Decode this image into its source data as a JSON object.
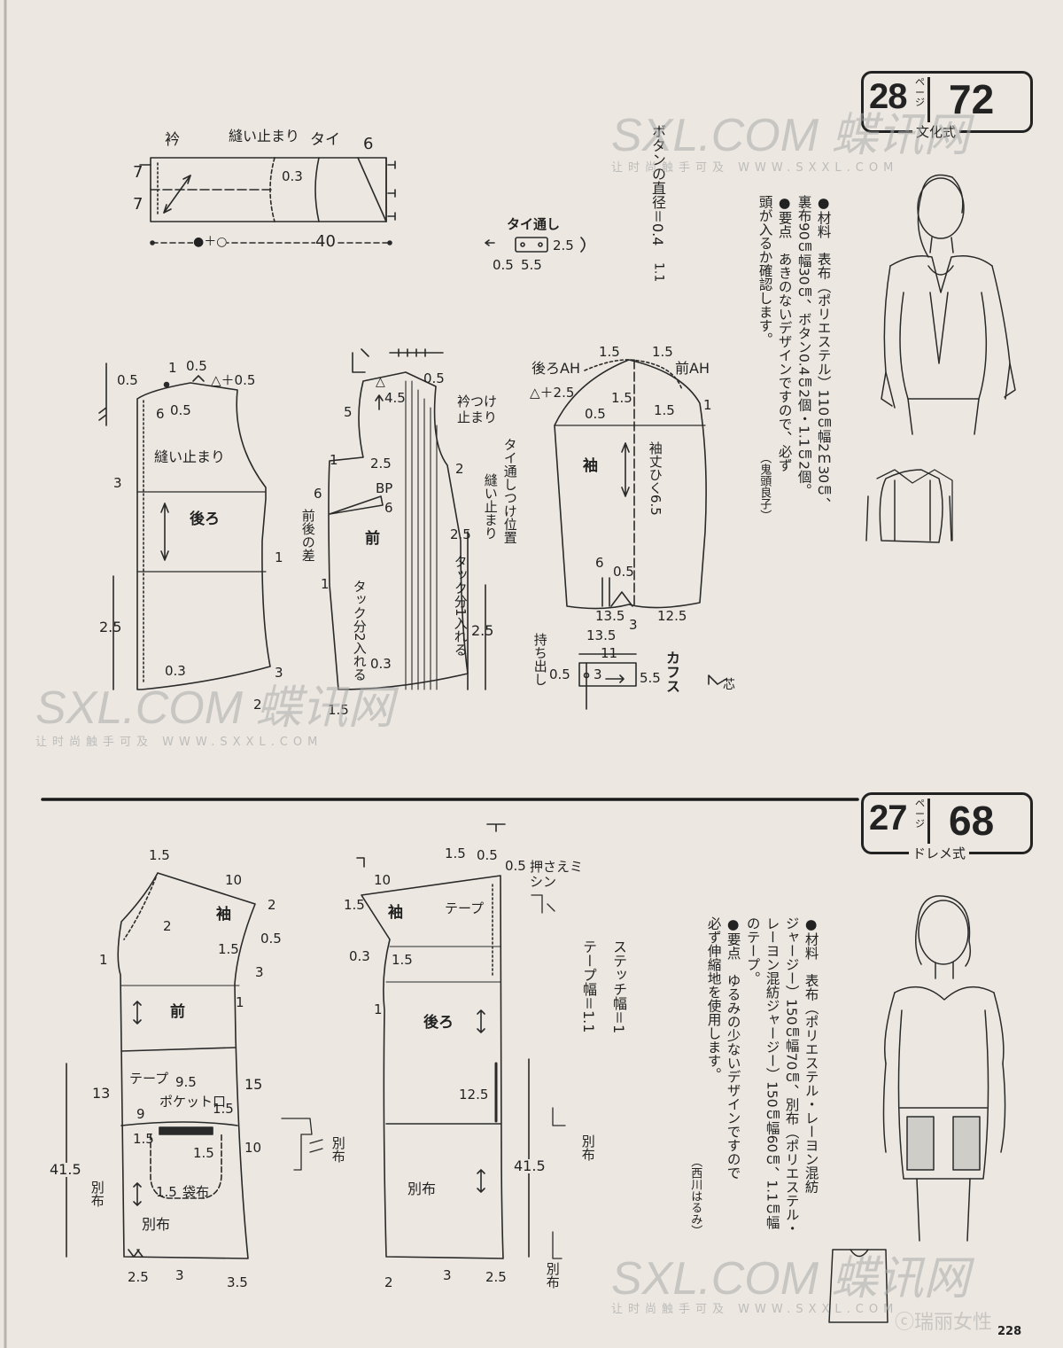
{
  "page_number": "228",
  "watermark": {
    "brand": "SXL.COM 蝶讯网",
    "sub": "让时尚触手可及 WWW.SXXL.COM",
    "bottom_brand": "ⓒ瑞丽女性"
  },
  "top_section": {
    "badge": {
      "page": "28",
      "page_suffix": "ページ",
      "number": "72",
      "method": "文化式"
    },
    "material_line1": "●材料　表布（ポリエステル）110㎝幅2ｍ30㎝、",
    "material_line2": "裏布90㎝幅30㎝、ボタン0.4㎝2個・1.1㎝2個。",
    "point_line1": "●要点　あきのないデザインですので、必ず",
    "point_line2": "頭が入るか確認します。",
    "designer": "（鬼頭良子）",
    "labels": {
      "collar": "衿",
      "sewing_stop": "縫い止まり",
      "tie": "タイ",
      "dim_6": "6",
      "dim_7a": "7",
      "dim_7b": "7",
      "dim_03": "0.3",
      "dim_40": "40",
      "dim_dot": "●＋○",
      "button_diam": "ボタンの直径＝0.4",
      "button_diam2": "1.1",
      "tie_loop": "タイ通し",
      "loop_25": "2.5",
      "loop_05": "0.5",
      "loop_55": "5.5",
      "back_05a": "0.5",
      "back_1": "1",
      "back_05b": "0.5",
      "back_tri": "△＋0.5",
      "back_6": "6",
      "back_05c": "0.5",
      "back_stop": "縫い止まり",
      "back_3": "3",
      "back": "後ろ",
      "back_1b": "1",
      "back_25": "2.5",
      "back_03": "0.3",
      "back_2": "2",
      "back_3b": "3",
      "front_tri": "△",
      "front_45": "4.5",
      "front_05": "0.5",
      "front_5": "5",
      "collar_stop": "衿つけ止まり",
      "tie_pos": "タイ通しつけ位置",
      "front_stop": "縫い止まり",
      "front_25a": "2.5",
      "front_bp": "BP",
      "front_2": "2",
      "front_1": "1",
      "front_6a": "6",
      "front_6b": "6",
      "front_back_diff": "前後の差",
      "front": "前",
      "front_1b": "1",
      "front_25b": "2.5",
      "tuck_2": "タック分2入れる",
      "tuck_1": "タック分1入れる",
      "front_25c": "2.5",
      "front_03": "0.3",
      "front_15": "1.5",
      "back_ah": "後ろAH",
      "front_ah": "前AH",
      "sl_15a": "1.5",
      "sl_15b": "1.5",
      "sl_tri": "△＋2.5",
      "sl_05": "0.5",
      "sl_15c": "1.5",
      "sl_15d": "1.5",
      "sl_1": "1",
      "sleeve": "袖",
      "sleeve_len": "袖丈ひく6.5",
      "sl_6": "6",
      "sl_05b": "0.5",
      "sl_135a": "13.5",
      "sl_135b": "13.5",
      "sl_3": "3",
      "sl_125": "12.5",
      "extension": "持ち出し",
      "cuffs": "カフス",
      "cf_11": "11",
      "cf_05": "0.5",
      "cf_3": "3",
      "cf_55": "5.5",
      "cf_core": "芯"
    }
  },
  "bottom_section": {
    "badge": {
      "page": "27",
      "page_suffix": "ページ",
      "number": "68",
      "method": "ドレメ式"
    },
    "material_line1": "●材料　表布（ポリエステル・レーヨン混紡",
    "material_line2": "ジャージー）150㎝幅70㎝、別布（ポリエステル・",
    "material_line3": "レーヨン混紡ジャージー）150㎝幅60㎝、1.1㎝幅",
    "material_line4": "のテープ。",
    "point_line1": "●要点　ゆるみの少ないデザインですので",
    "point_line2": "必ず伸縮地を使用します。",
    "designer": "（西川はるみ）",
    "labels": {
      "f_15": "1.5",
      "f_10": "10",
      "f_sleeve": "袖",
      "f_2a": "2",
      "f_2b": "2",
      "f_05": "0.5",
      "f_15b": "1.5",
      "f_3": "3",
      "f_1a": "1",
      "f_1b": "1",
      "front": "前",
      "f_15c": "15",
      "f_13": "13",
      "tape": "テープ",
      "f_95": "9.5",
      "pocket_mouth": "ポケット口",
      "f_9": "9",
      "f_15d": "1.5",
      "f_15e": "1.5",
      "f_15f": "1.5",
      "f_10b": "10",
      "f_415": "41.5",
      "f_sep": "別布",
      "bag": "袋布",
      "f_15g": "1.5",
      "f_sep2": "別布",
      "f_25": "2.5",
      "f_3b": "3",
      "f_35": "3.5",
      "b_15": "1.5",
      "b_05a": "0.5",
      "b_05b": "0.5",
      "press": "押さえミシン",
      "b_10": "10",
      "b_15b": "1.5",
      "b_sleeve": "袖",
      "b_tape": "テープ",
      "b_03": "0.3",
      "b_15c": "1.5",
      "b_1": "1",
      "back": "後ろ",
      "b_125": "12.5",
      "b_415": "41.5",
      "b_sep": "別布",
      "b_2": "2",
      "b_3": "3",
      "b_25": "2.5",
      "stitch": "ステッチ幅＝1",
      "tape_w": "テープ幅＝1.1",
      "sep_a": "別布",
      "sep_b": "別布",
      "sep_c": "別布"
    }
  }
}
